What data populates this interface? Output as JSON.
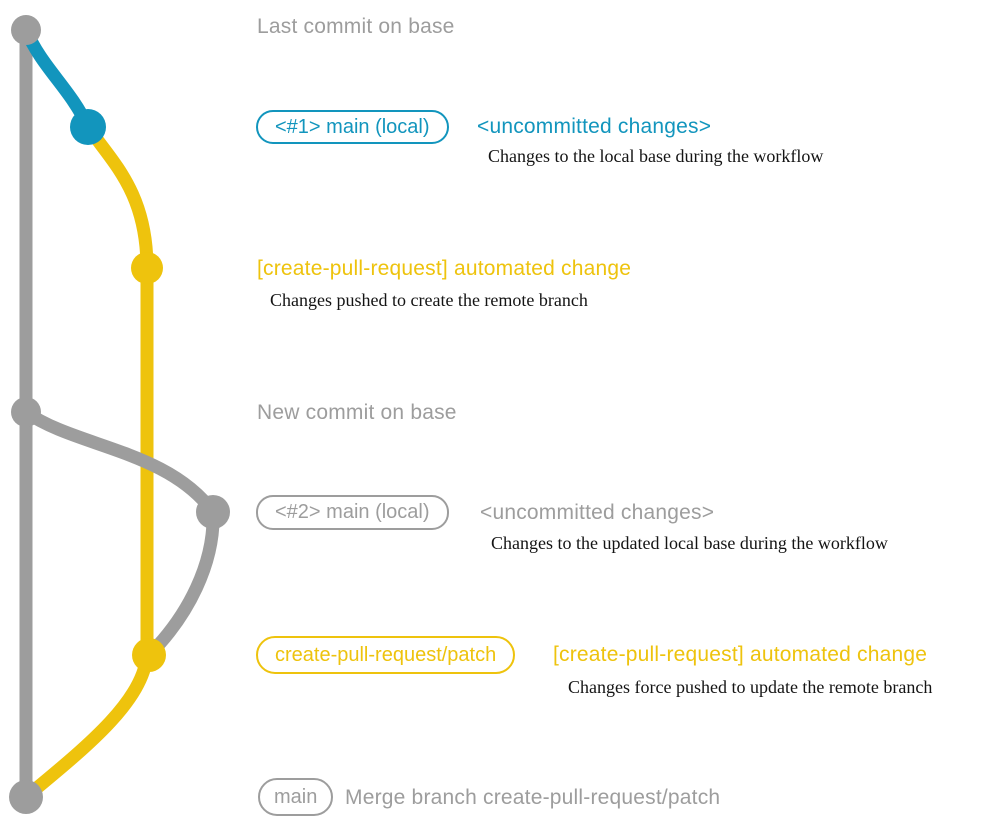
{
  "colors": {
    "gray": "#9d9d9d",
    "teal": "#1295bd",
    "yellow": "#eec30d",
    "ink": "#141414",
    "bg": "#ffffff"
  },
  "annotations": {
    "last_commit": {
      "label": "Last commit on base"
    },
    "commit_1": {
      "tag": "<#1> main (local)",
      "message": "<uncommitted changes>",
      "note": "Changes to the local base during the workflow"
    },
    "commit_2": {
      "message": "[create-pull-request] automated change",
      "note": "Changes pushed to create the remote branch"
    },
    "new_commit": {
      "label": "New commit on base"
    },
    "commit_3": {
      "tag": "<#2> main (local)",
      "message": "<uncommitted changes>",
      "note": "Changes to the updated local base during the workflow"
    },
    "commit_4": {
      "tag": "create-pull-request/patch",
      "message": "[create-pull-request] automated change",
      "note": "Changes force pushed to update the remote branch"
    },
    "merge_commit": {
      "tag": "main",
      "message": "Merge branch create-pull-request/patch"
    }
  }
}
